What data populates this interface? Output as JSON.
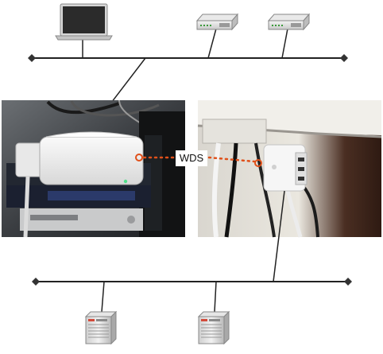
{
  "diagram": {
    "link_label": "WDS",
    "icons": {
      "laptop": "laptop-icon",
      "switch": "network-switch-icon",
      "server": "server-tower-icon",
      "base_station": "airport-extreme-base-station-photo",
      "airport_express": "airport-express-photo"
    },
    "colors": {
      "network_line": "#222222",
      "wds_link": "#e0501a",
      "background": "#ffffff"
    }
  }
}
